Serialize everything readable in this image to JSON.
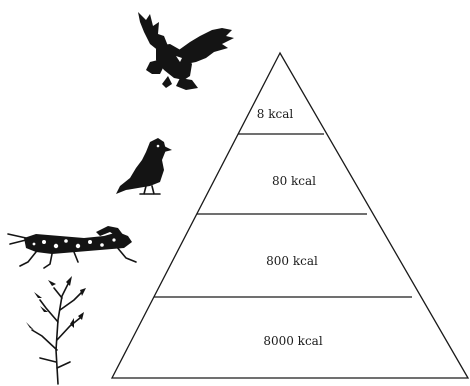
{
  "pyramid": {
    "levels": [
      {
        "label": "8 kcal",
        "organism_icon": "eagle-icon"
      },
      {
        "label": "80 kcal",
        "organism_icon": "bird-icon"
      },
      {
        "label": "800 kcal",
        "organism_icon": "grasshopper-icon"
      },
      {
        "label": "8000 kcal",
        "organism_icon": "plant-icon"
      }
    ]
  }
}
